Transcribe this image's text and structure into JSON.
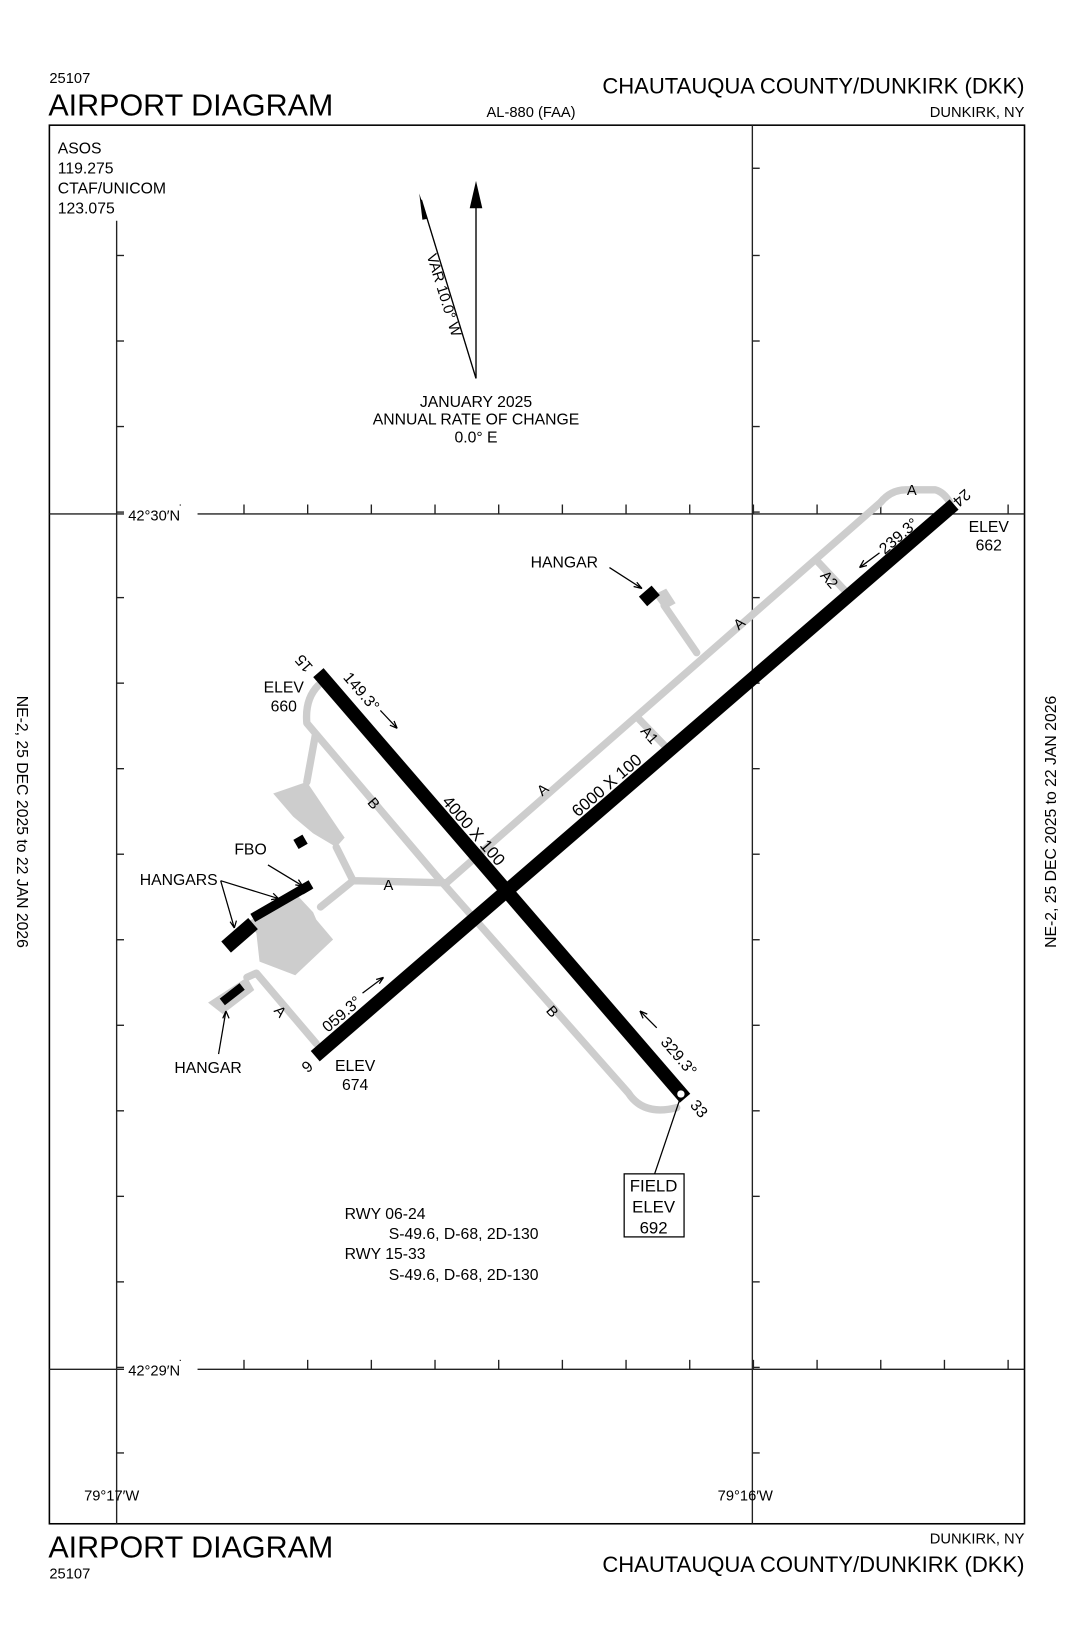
{
  "header": {
    "chart_number": "25107",
    "title": "AIRPORT DIAGRAM",
    "airport_name": "CHAUTAUQUA COUNTY/DUNKIRK (DKK)",
    "procedure_id": "AL-880 (FAA)",
    "city_state": "DUNKIRK, NY"
  },
  "footer": {
    "title": "AIRPORT DIAGRAM",
    "chart_number": "25107",
    "city_state": "DUNKIRK, NY",
    "airport_name": "CHAUTAUQUA COUNTY/DUNKIRK (DKK)"
  },
  "frequencies": [
    "ASOS",
    "119.275",
    "CTAF/UNICOM",
    "123.075"
  ],
  "magnetic": {
    "variation": "VAR 10.0° W",
    "date": "JANUARY 2025",
    "rate_label": "ANNUAL RATE OF CHANGE",
    "rate": "0.0° E"
  },
  "grid": {
    "lat_top": "42°30′N",
    "lat_bottom": "42°29′N",
    "lon_left": "79°17′W",
    "lon_right": "79°16′W"
  },
  "effective": {
    "left": "NE-2,  25 DEC 2025  to  22 JAN 2026",
    "right": "NE-2,  25 DEC 2025  to  22 JAN 2026"
  },
  "runways": [
    {
      "id": "06-24",
      "dimensions": "6000 X 100",
      "ends": [
        {
          "number": "6",
          "heading": "059.3°",
          "elev_label": "ELEV",
          "elev": "674"
        },
        {
          "number": "24",
          "heading": "239.3°",
          "elev_label": "ELEV",
          "elev": "662"
        }
      ]
    },
    {
      "id": "15-33",
      "dimensions": "4000 X 100",
      "ends": [
        {
          "number": "15",
          "heading": "149.3°",
          "elev_label": "ELEV",
          "elev": "660"
        },
        {
          "number": "33",
          "heading": "329.3°"
        }
      ]
    }
  ],
  "taxiways": {
    "a": "A",
    "a1": "A1",
    "a2": "A2",
    "b": "B"
  },
  "buildings": {
    "hangar": "HANGAR",
    "hangars": "HANGARS",
    "fbo": "FBO"
  },
  "field_elev": {
    "line1": "FIELD",
    "line2": "ELEV",
    "value": "692"
  },
  "strength": [
    {
      "runway": "RWY 06-24",
      "values": "S-49.6, D-68, 2D-130"
    },
    {
      "runway": "RWY 15-33",
      "values": "S-49.6, D-68, 2D-130"
    }
  ],
  "colors": {
    "runway": "#000000",
    "taxiway": "#cdcdcd"
  }
}
